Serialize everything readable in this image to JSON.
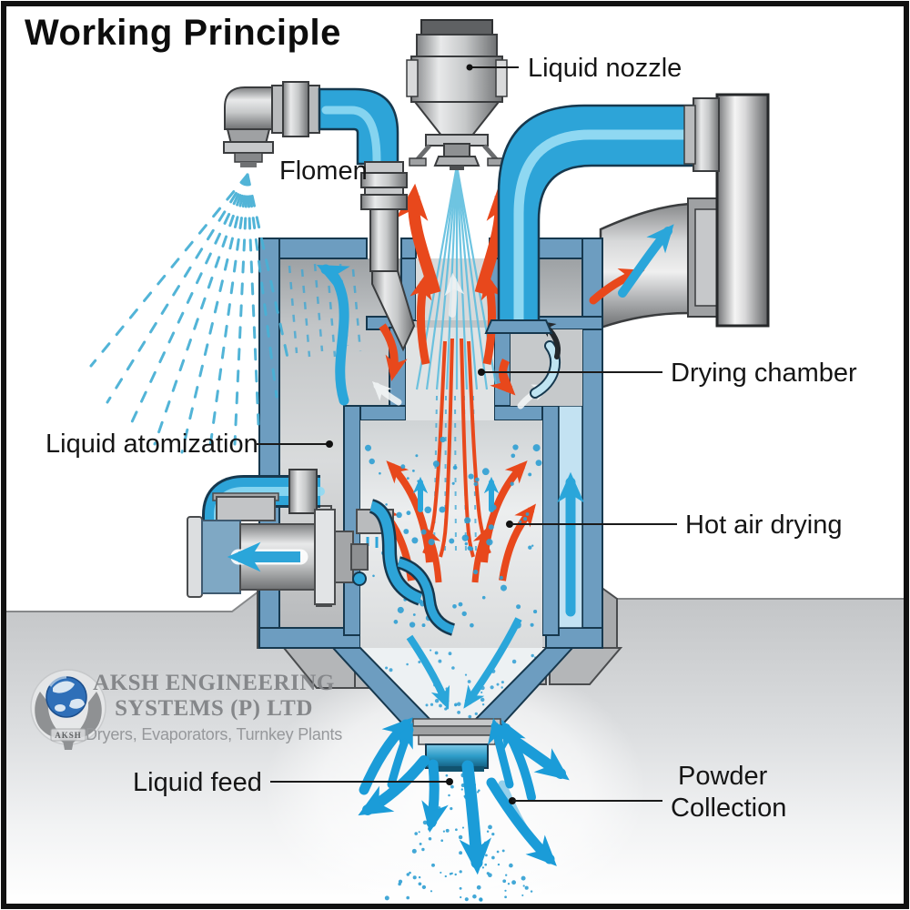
{
  "title": "Working Principle",
  "labels": {
    "liquid_nozzle": "Liquid nozzle",
    "flomen": "Flomen",
    "drying_chamber": "Drying chamber",
    "liquid_atomization": "Liquid atomization",
    "hot_air_drying": "Hot air drying",
    "liquid_feed": "Liquid feed",
    "powder_collection_line1": "Powder",
    "powder_collection_line2": "Collection"
  },
  "logo": {
    "company_line1": "AKSH ENGINEERING",
    "company_line2": "SYSTEMS (P) LTD",
    "tagline": "Dryers, Evaporators, Turnkey Plants",
    "badge": "AKSH"
  },
  "colors": {
    "hot_air_red": "#e8481c",
    "pipe_blue": "#2da4d8",
    "powder_arrow_blue": "#1b9cd8",
    "wall_blue": "#6d9dc0",
    "wall_blue_dark": "#16384e",
    "spray_blue": "#5fbede",
    "ground_gray": "#c2c4c6",
    "logo_gray": "#85878a",
    "globe_blue": "#2f6fb8",
    "label_text": "#151515"
  }
}
